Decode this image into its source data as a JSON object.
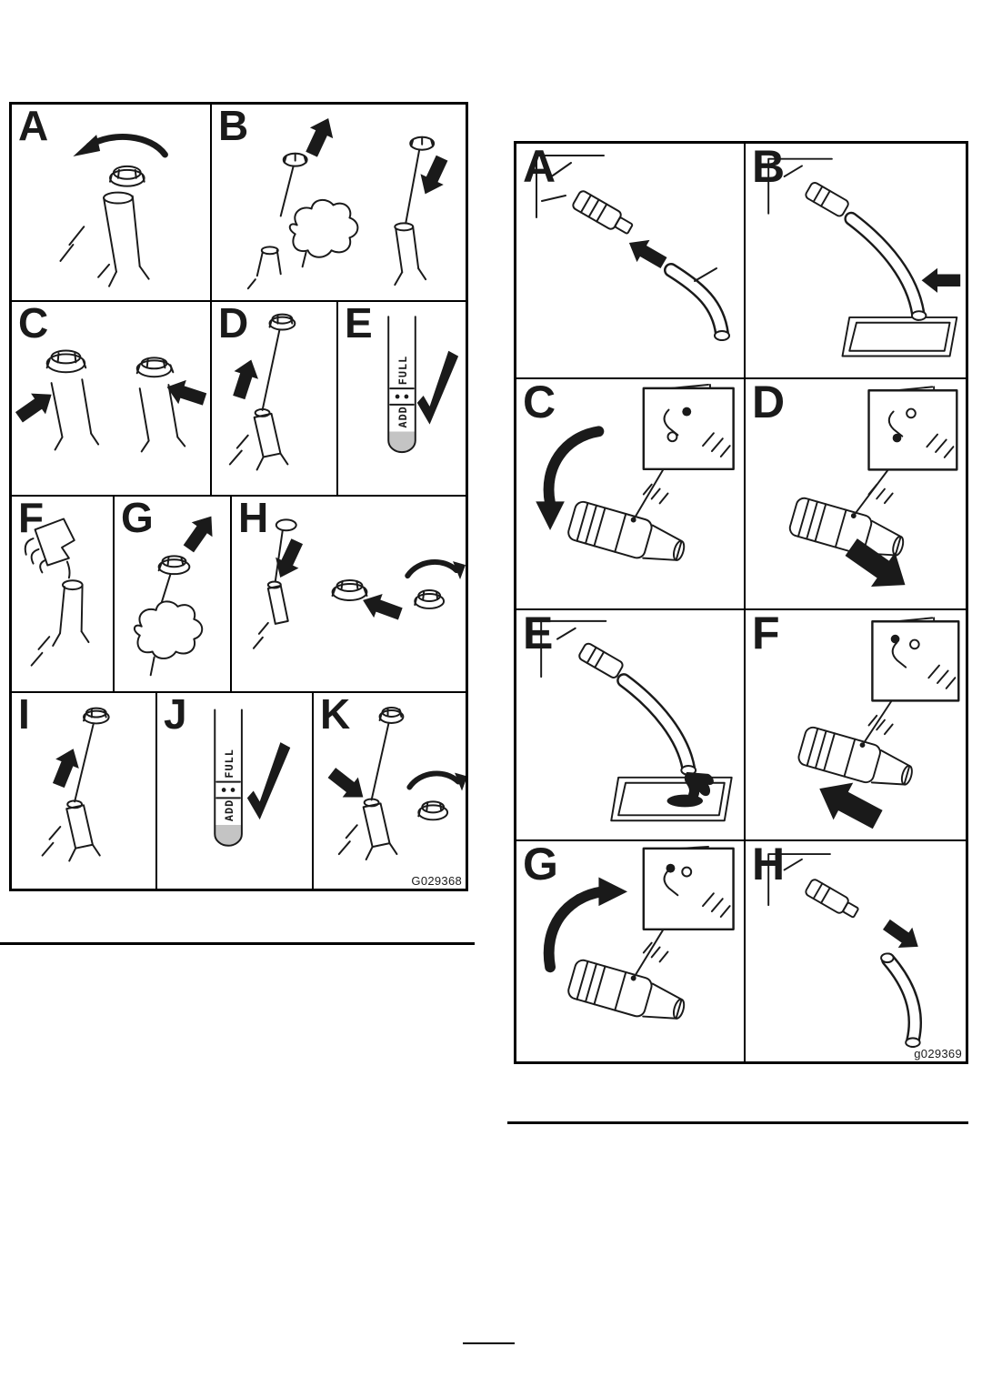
{
  "document": {
    "background": "#ffffff",
    "ink": "#1a1a1a",
    "border_color": "#000000"
  },
  "figures": {
    "left": {
      "code": "G029368",
      "panels": [
        {
          "label": "A"
        },
        {
          "label": "B"
        },
        {
          "label": "C"
        },
        {
          "label": "D"
        },
        {
          "label": "E"
        },
        {
          "label": "F"
        },
        {
          "label": "G"
        },
        {
          "label": "H"
        },
        {
          "label": "I"
        },
        {
          "label": "J"
        },
        {
          "label": "K"
        }
      ],
      "dipstick": {
        "add": "ADD",
        "full": "FULL"
      }
    },
    "right": {
      "code": "g029369",
      "panels": [
        {
          "label": "A"
        },
        {
          "label": "B"
        },
        {
          "label": "C"
        },
        {
          "label": "D"
        },
        {
          "label": "E"
        },
        {
          "label": "F"
        },
        {
          "label": "G"
        },
        {
          "label": "H"
        }
      ]
    }
  }
}
